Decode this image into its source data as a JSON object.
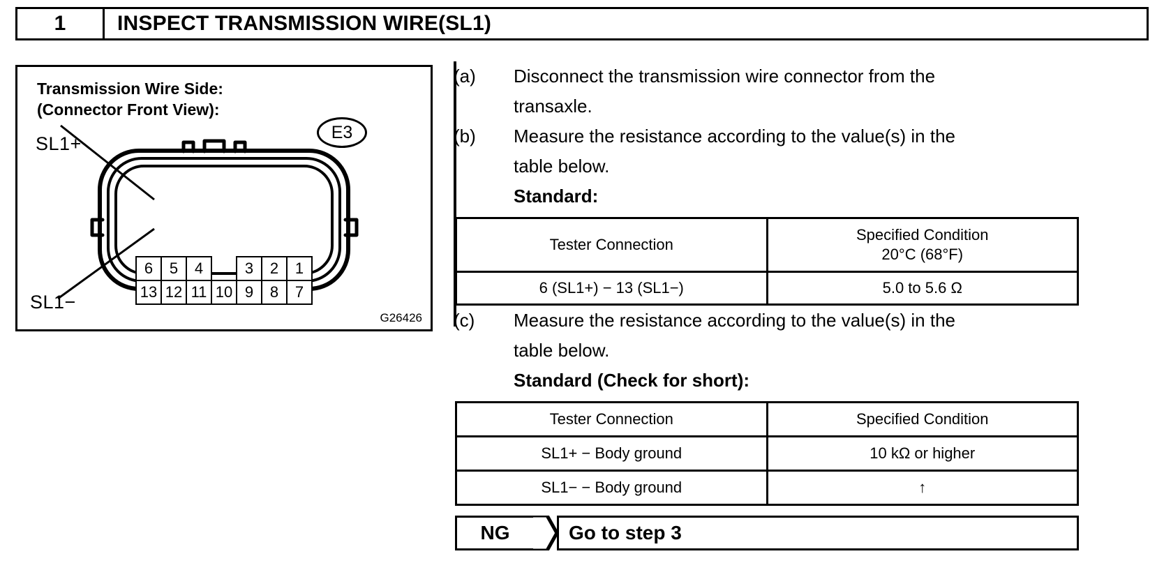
{
  "step": {
    "number": "1",
    "title": "INSPECT TRANSMISSION WIRE(SL1)"
  },
  "figure": {
    "caption": "Transmission Wire Side:\n(Connector Front View):",
    "connector_badge": "E3",
    "label_positive": "SL1+",
    "label_negative": "SL1−",
    "figure_code": "G26426",
    "pins_top": [
      "6",
      "5",
      "4",
      "",
      "3",
      "2",
      "1"
    ],
    "pins_bottom": [
      "13",
      "12",
      "11",
      "10",
      "9",
      "8",
      "7"
    ]
  },
  "instructions": [
    {
      "marker": "(a)",
      "line1": "Disconnect the transmission wire connector from the",
      "line2": "transaxle."
    },
    {
      "marker": "(b)",
      "line1": "Measure the resistance according to the value(s) in the",
      "line2": "table below."
    },
    {
      "marker": "(c)",
      "line1": "Measure the resistance according to the value(s) in the",
      "line2": "table below."
    }
  ],
  "headings": {
    "standard": "Standard:",
    "standard_short": "Standard (Check for short):"
  },
  "table_standard": {
    "headers": [
      "Tester Connection",
      "Specified Condition\n20°C (68°F)"
    ],
    "header_col2_line1": "Specified Condition",
    "header_col2_line2": "20°C (68°F)",
    "rows": [
      {
        "connection": "6 (SL1+) − 13 (SL1−)",
        "condition": "5.0 to 5.6 Ω"
      }
    ]
  },
  "table_short": {
    "headers": [
      "Tester Connection",
      "Specified Condition"
    ],
    "rows": [
      {
        "connection": "SL1+ − Body ground",
        "condition": "10 kΩ or higher"
      },
      {
        "connection": "SL1− − Body ground",
        "condition": "↑"
      }
    ]
  },
  "result_banner": {
    "verdict": "NG",
    "action": "Go to step 3"
  }
}
